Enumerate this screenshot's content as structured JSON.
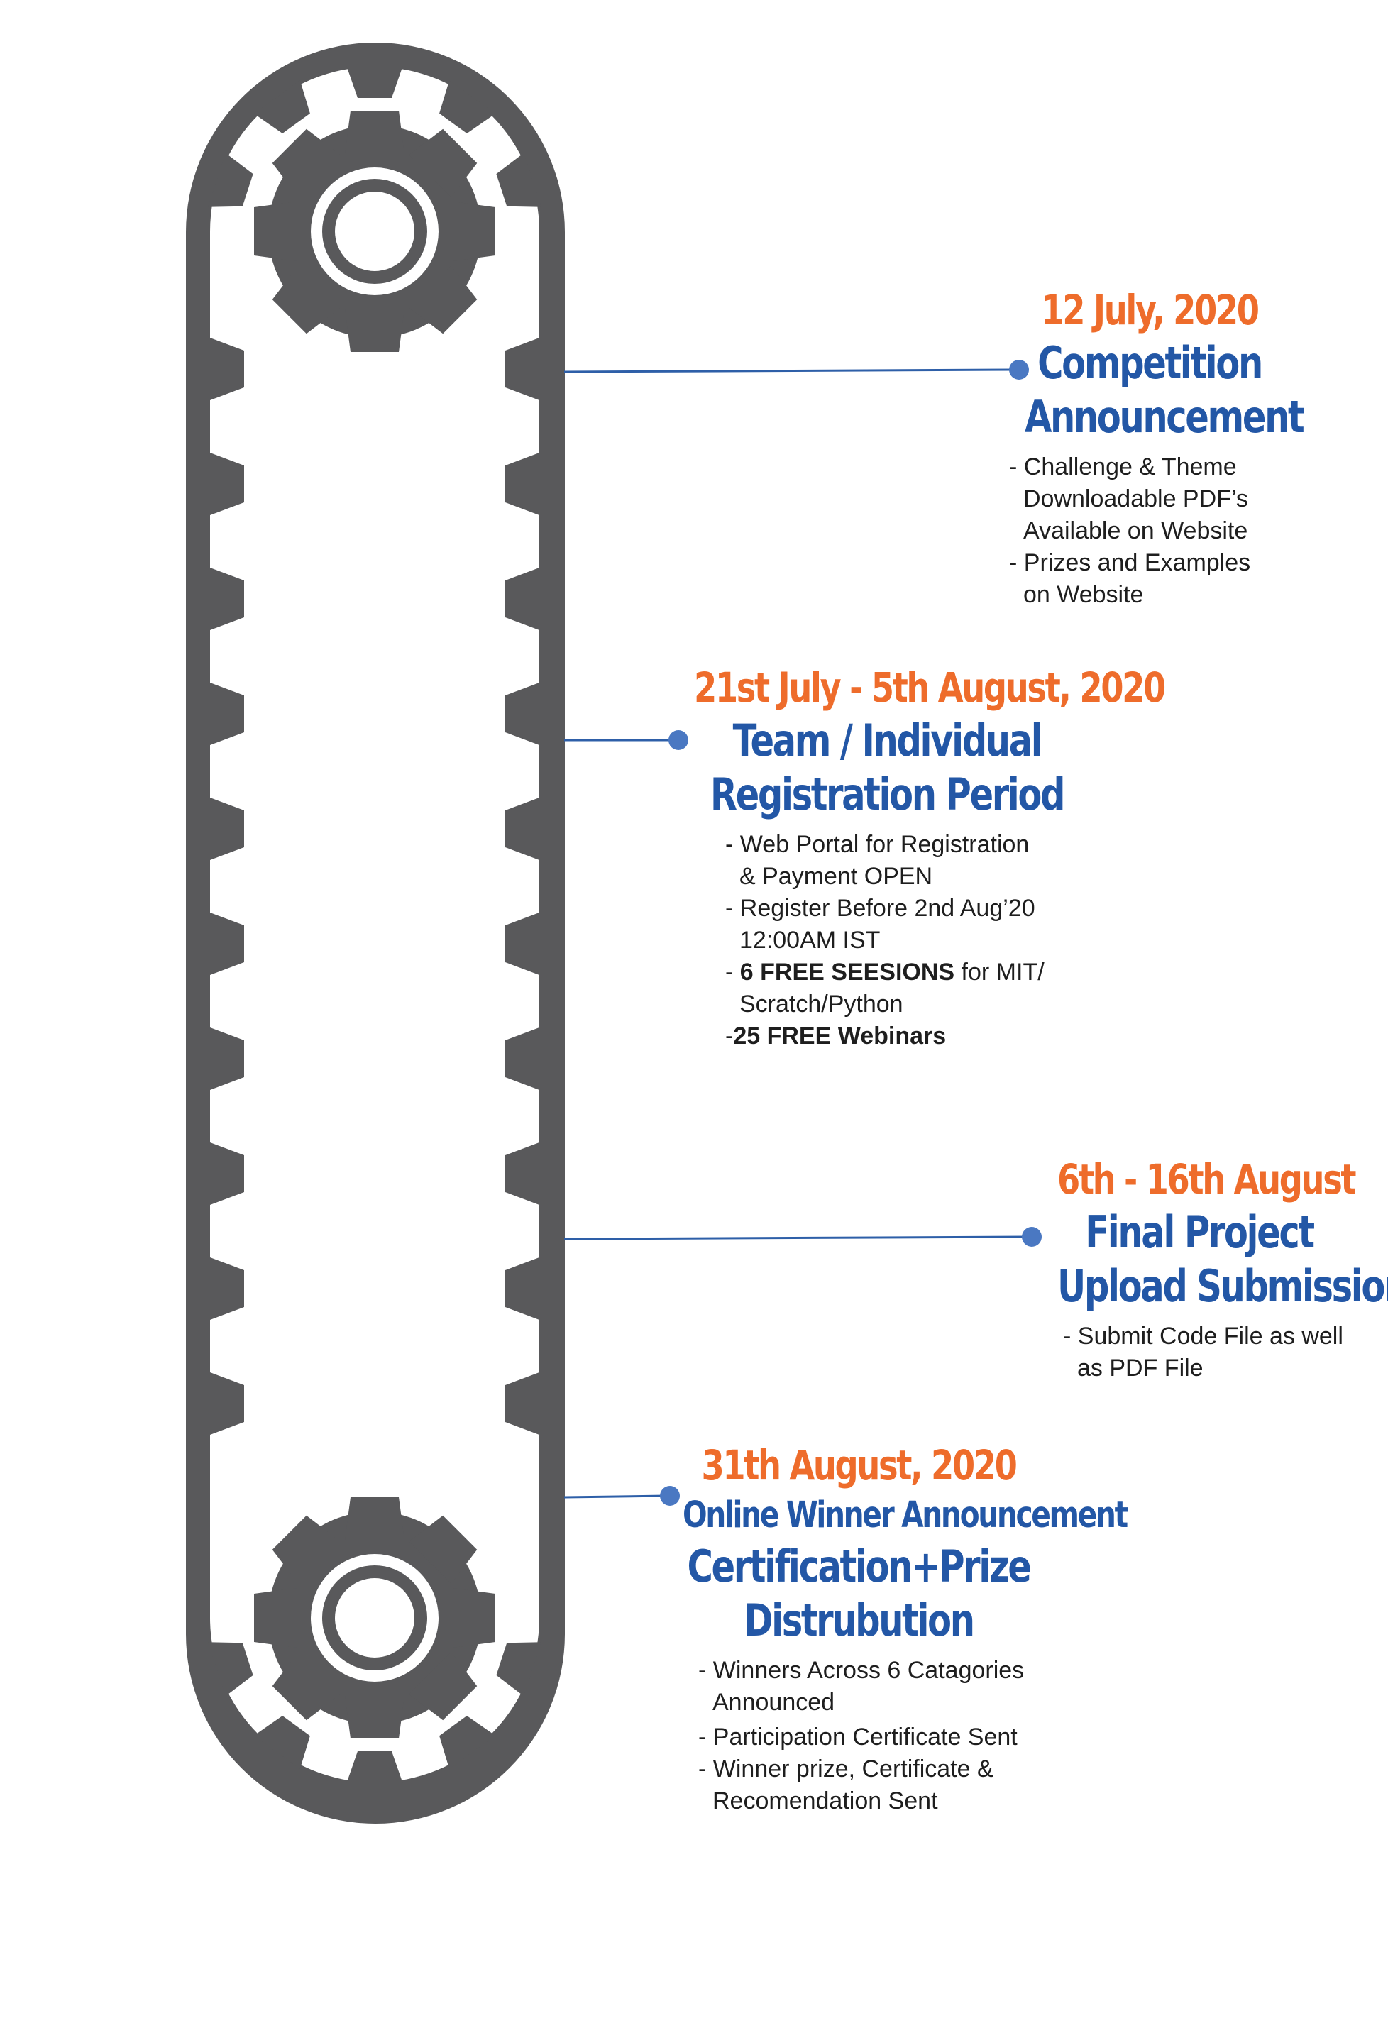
{
  "events": [
    {
      "date": "12 July, 2020",
      "title_lines": [
        "Competition",
        "Announcement"
      ],
      "bullets": [
        {
          "lines": [
            "- Challenge & Theme",
            "Downloadable PDF’s",
            "Available on Website"
          ]
        },
        {
          "lines": [
            "- Prizes and Examples",
            "on Website"
          ]
        }
      ]
    },
    {
      "date": "21st July - 5th August, 2020",
      "title_lines": [
        "Team / Individual",
        "Registration Period"
      ],
      "bullets": [
        {
          "lines": [
            "- Web Portal for Registration",
            "& Payment OPEN"
          ]
        },
        {
          "lines": [
            "- Register Before 2nd Aug’20",
            "12:00AM IST"
          ]
        },
        {
          "prefix": "- ",
          "bold": "6 FREE SEESIONS",
          "rest": " for MIT/",
          "lines2": [
            "Scratch/Python"
          ]
        },
        {
          "prefix": "-",
          "bold": "25 FREE Webinars",
          "rest": ""
        }
      ]
    },
    {
      "date": "6th - 16th August",
      "title_lines": [
        "Final Project",
        "Upload Submission"
      ],
      "bullets": [
        {
          "lines": [
            "- Submit Code File as well",
            "as PDF File"
          ]
        }
      ]
    },
    {
      "date": "31th August, 2020",
      "title_lines": [
        "Online Winner Announcement",
        "Certification+Prize",
        "Distrubution"
      ],
      "bullets": [
        {
          "lines": [
            "- Winners Across 6 Catagories",
            "Announced"
          ]
        },
        {
          "lines": [
            "- Participation Certificate Sent"
          ]
        },
        {
          "lines": [
            "- Winner prize, Certificate &",
            "Recomendation Sent"
          ]
        }
      ]
    }
  ]
}
